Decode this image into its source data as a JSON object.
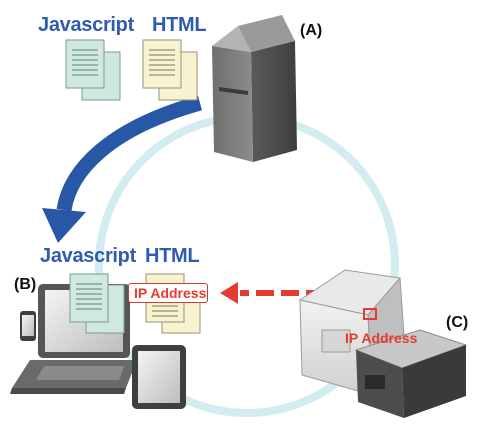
{
  "server_side": {
    "label": "(A)",
    "file_labels": [
      "Javascript",
      "HTML"
    ]
  },
  "client_side": {
    "label": "(B)",
    "file_labels": [
      "Javascript",
      "HTML"
    ],
    "ip_address": "IP Address"
  },
  "printer_side": {
    "label": "(C)",
    "ip_address": "IP Address"
  },
  "colors": {
    "cycle_ring": "#d3ecf2",
    "download_arrow": "#2857a6",
    "ip_arrow": "#e53b30",
    "label_blue": "#2f5bb0",
    "js_doc": "#cfe9df",
    "html_doc": "#f7f2cf"
  },
  "icons": [
    "server-icon",
    "laptop-icon",
    "tablet-icon",
    "smartphone-icon",
    "receipt-printer-icon",
    "document-icon"
  ]
}
